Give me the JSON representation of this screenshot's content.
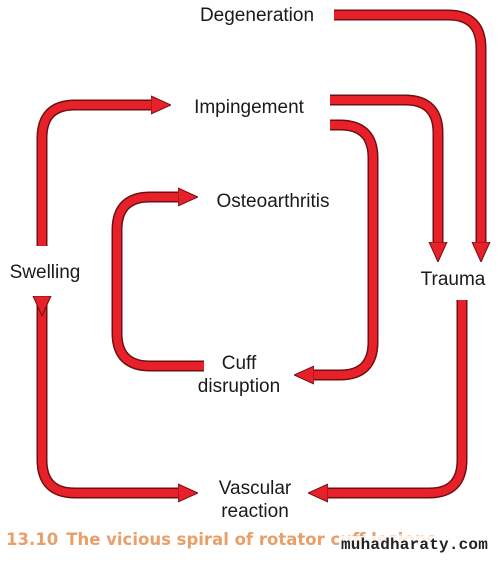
{
  "colors": {
    "arrow_fill": "#e8202a",
    "arrow_stroke": "#6e1010",
    "text": "#1a1a1a",
    "caption": "#e8a06a"
  },
  "nodes": {
    "degeneration": "Degeneration",
    "impingement": "Impingement",
    "osteoarthritis": "Osteoarthritis",
    "swelling": "Swelling",
    "trauma": "Trauma",
    "cuff_disruption": [
      "Cuff",
      "disruption"
    ],
    "vascular_reaction": [
      "Vascular",
      "reaction"
    ]
  },
  "caption": {
    "number": "13.10",
    "text": "The vicious spiral of rotator cuff lesions"
  },
  "watermark": "muhadharaty.com"
}
